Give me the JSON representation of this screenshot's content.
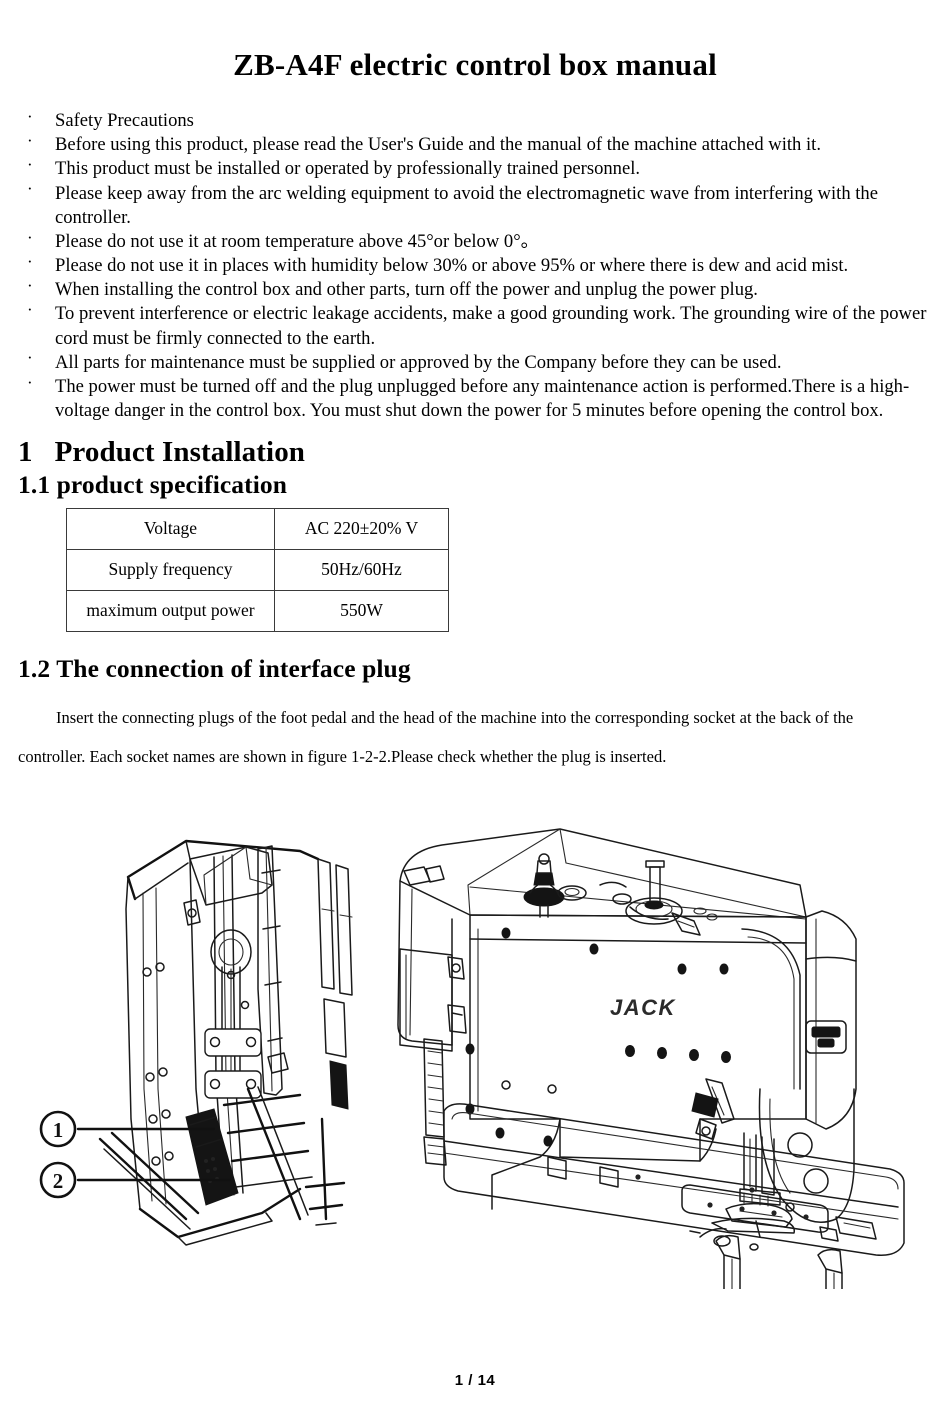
{
  "document": {
    "title": "ZB-A4F electric control box manual",
    "footer_page": "1 / 14"
  },
  "safety": {
    "bullet_glyph": "·",
    "items": [
      "Safety Precautions",
      "Before using this product, please read the User's Guide and the manual of the machine attached with it.",
      "This product must be installed or operated by professionally trained personnel.",
      "Please keep away from the arc welding equipment to avoid the electromagnetic wave from interfering with the controller.",
      "Please do not use it at room temperature above 45°or below 0°。",
      "Please do not use it in places with humidity below 30% or above 95% or where there is dew and acid mist.",
      "When installing the control box and other parts, turn off the power and unplug the power plug.",
      "To prevent interference or electric leakage accidents, make a good grounding work. The grounding wire of the power cord must be firmly connected to the earth.",
      "All parts for maintenance must be supplied or approved by the Company before they can be used.",
      "The power must be turned off and the plug unplugged before any maintenance action is performed.There is a high-voltage danger in the control box. You must shut down the power for 5 minutes before opening the control box."
    ]
  },
  "section1": {
    "number": "1",
    "heading": "Product Installation",
    "sub1": {
      "heading": "1.1 product specification",
      "table": {
        "rows": [
          {
            "key": "Voltage",
            "value": "AC 220±20% V"
          },
          {
            "key": "Supply frequency",
            "value": "50Hz/60Hz"
          },
          {
            "key": "maximum output power",
            "value": "550W"
          }
        ]
      }
    },
    "sub2": {
      "heading": "1.2 The connection of interface plug",
      "paragraph": "Insert the connecting plugs of the foot pedal and the head of the machine into the corresponding socket at the back of the controller. Each socket names are shown in figure 1-2-2.Please check whether the plug is inserted."
    }
  },
  "figure": {
    "callouts": [
      {
        "number": "1"
      },
      {
        "number": "2"
      }
    ],
    "brand_logo": "JACK",
    "line_color": "#1a1a1a"
  }
}
